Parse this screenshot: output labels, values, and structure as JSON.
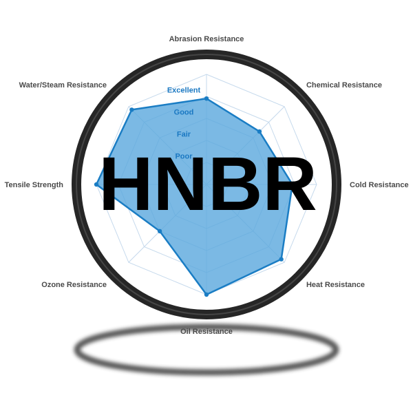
{
  "chart_data": {
    "type": "radar",
    "title": "HNBR",
    "axes": [
      "Abrasion Resistance",
      "Chemical Resistance",
      "Cold Resistance",
      "Heat Resistance",
      "Oil Resistance",
      "Ozone Resistance",
      "Tensile Strength",
      "Water/Steam Resistance"
    ],
    "levels": [
      "Poor",
      "Fair",
      "Good",
      "Excellent"
    ],
    "scale": [
      0,
      5
    ],
    "series": [
      {
        "values": [
          3.9,
          3.4,
          3.9,
          4.8,
          5.0,
          3.0,
          5.0,
          4.8
        ]
      }
    ],
    "colors": {
      "fill": "#5aa7dd",
      "stroke": "#1a7dc4",
      "grid": "#c5d9ec",
      "ring": "#2b2b2b"
    }
  }
}
